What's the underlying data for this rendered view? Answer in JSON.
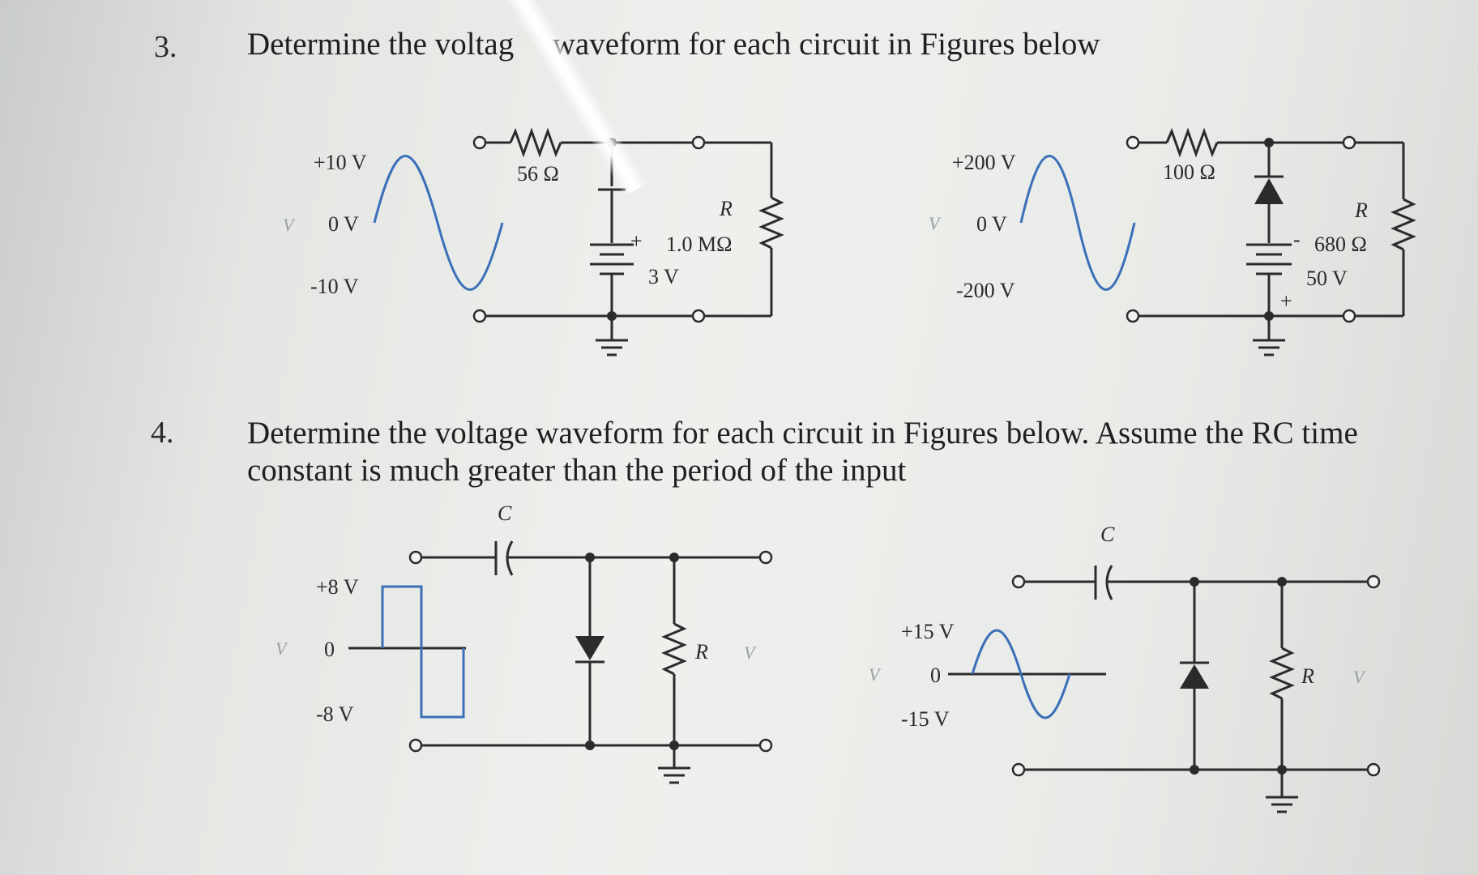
{
  "q3": {
    "number": "3.",
    "text_part1": "Determine the voltag",
    "text_part2": "waveform for each circuit in Figures below"
  },
  "q4": {
    "number": "4.",
    "line1": "Determine the voltage waveform for each circuit in Figures below. Assume the RC time",
    "line2": "constant is much greater than the period of the input"
  },
  "circuit_a": {
    "vpos": "+10 V",
    "vzero": "0 V",
    "vneg": "-10 V",
    "vin": "V",
    "r_value": "56 Ω",
    "rl_label": "R",
    "rl_value": "1.0 MΩ",
    "battery": "3 V",
    "plus": "+"
  },
  "circuit_b": {
    "vpos": "+200 V",
    "vzero": "0 V",
    "vneg": "-200 V",
    "vin": "V",
    "r_value": "100 Ω",
    "rl_label": "R",
    "rl_value": "680 Ω",
    "battery": "50 V",
    "plus": "+",
    "minus": "-"
  },
  "circuit_c": {
    "vpos": "+8 V",
    "vzero": "0",
    "vneg": "-8 V",
    "vin": "V",
    "cap": "C",
    "r": "R",
    "vout": "V"
  },
  "circuit_d": {
    "vpos": "+15 V",
    "vzero": "0",
    "vneg": "-15 V",
    "vin": "V",
    "cap": "C",
    "r": "R",
    "vout": "V"
  },
  "colors": {
    "waveform": "#3b6fb8",
    "ink": "#2b2b2e"
  }
}
